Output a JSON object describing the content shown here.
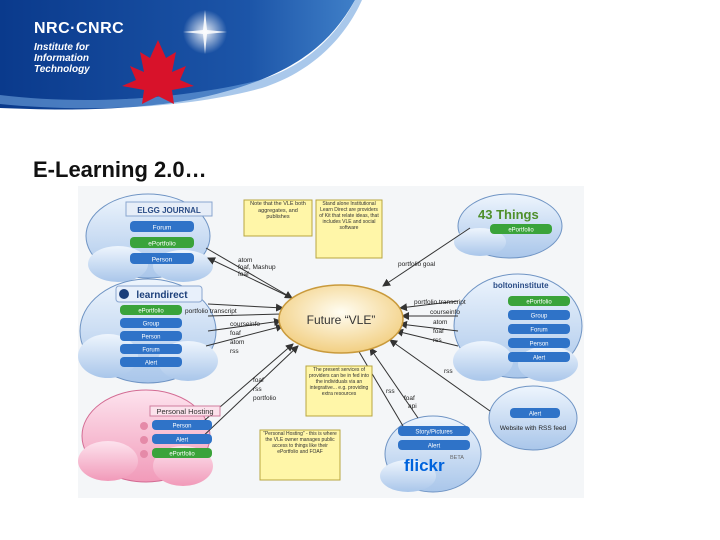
{
  "header": {
    "org": "NRC·CNRC",
    "institute_lines": [
      "Institute for",
      "Information",
      "Technology"
    ]
  },
  "slide": {
    "title": "E-Learning 2.0…"
  },
  "colors": {
    "banner_blue": "#0a3a8c",
    "maple_red": "#d8122a",
    "pill_blue": "#2f73c8",
    "pill_green": "#3aa33a",
    "note_yellow": "#fff6a8"
  },
  "diagram": {
    "center_label": "Future “VLE”",
    "elgg": {
      "name": "ELGG JOURNAL",
      "items": [
        "Forum",
        "ePortfolio",
        "Person"
      ],
      "link_label": "atom\nfoaf, Mashup\nfoaf"
    },
    "learndirect": {
      "name": "learndirect",
      "items": [
        "ePortfolio",
        "Group",
        "Person",
        "Forum",
        "Alert"
      ],
      "link_labels": [
        "portfolio transcript",
        "courseinfo",
        "foaf",
        "atom",
        "rss"
      ]
    },
    "personal_hosting": {
      "name": "Personal Hosting",
      "items": [
        "Person",
        "Alert",
        "ePortfolio"
      ],
      "link_labels": [
        "foaf",
        "rss",
        "portfolio"
      ]
    },
    "forty_three_things": {
      "name": "43 Things",
      "items": [
        "ePortfolio"
      ],
      "link_label": "portfolio goal"
    },
    "bolton": {
      "name": "boltoninstitute",
      "items": [
        "ePortfolio",
        "Group",
        "Forum",
        "Person",
        "Alert"
      ],
      "link_labels": [
        "portfolio transcript",
        "courseinfo",
        "atom",
        "foaf",
        "rss"
      ]
    },
    "flickr": {
      "name": "flickr",
      "beta": "BETA",
      "items": [
        "Story/Pictures",
        "Alert"
      ],
      "link_labels": [
        "rss",
        "foaf",
        "api"
      ]
    },
    "website": {
      "items": [
        "Alert"
      ],
      "caption": "Website with RSS feed",
      "link_label": "rss"
    },
    "notes": {
      "top_left": "Note that the VLE both aggregates, and publishes",
      "top_middle": "Stand alone Institutional Learn Direct are providers of Kit that relate ideas, that includes VLE and social software",
      "middle": "The present services of providers can be in fed into the individuals via an integrative... e.g. providing extra resources",
      "bottom": "“Personal Hosting” - this is where the VLE owner manages public access to things like their ePortfolio and FOAF"
    }
  }
}
